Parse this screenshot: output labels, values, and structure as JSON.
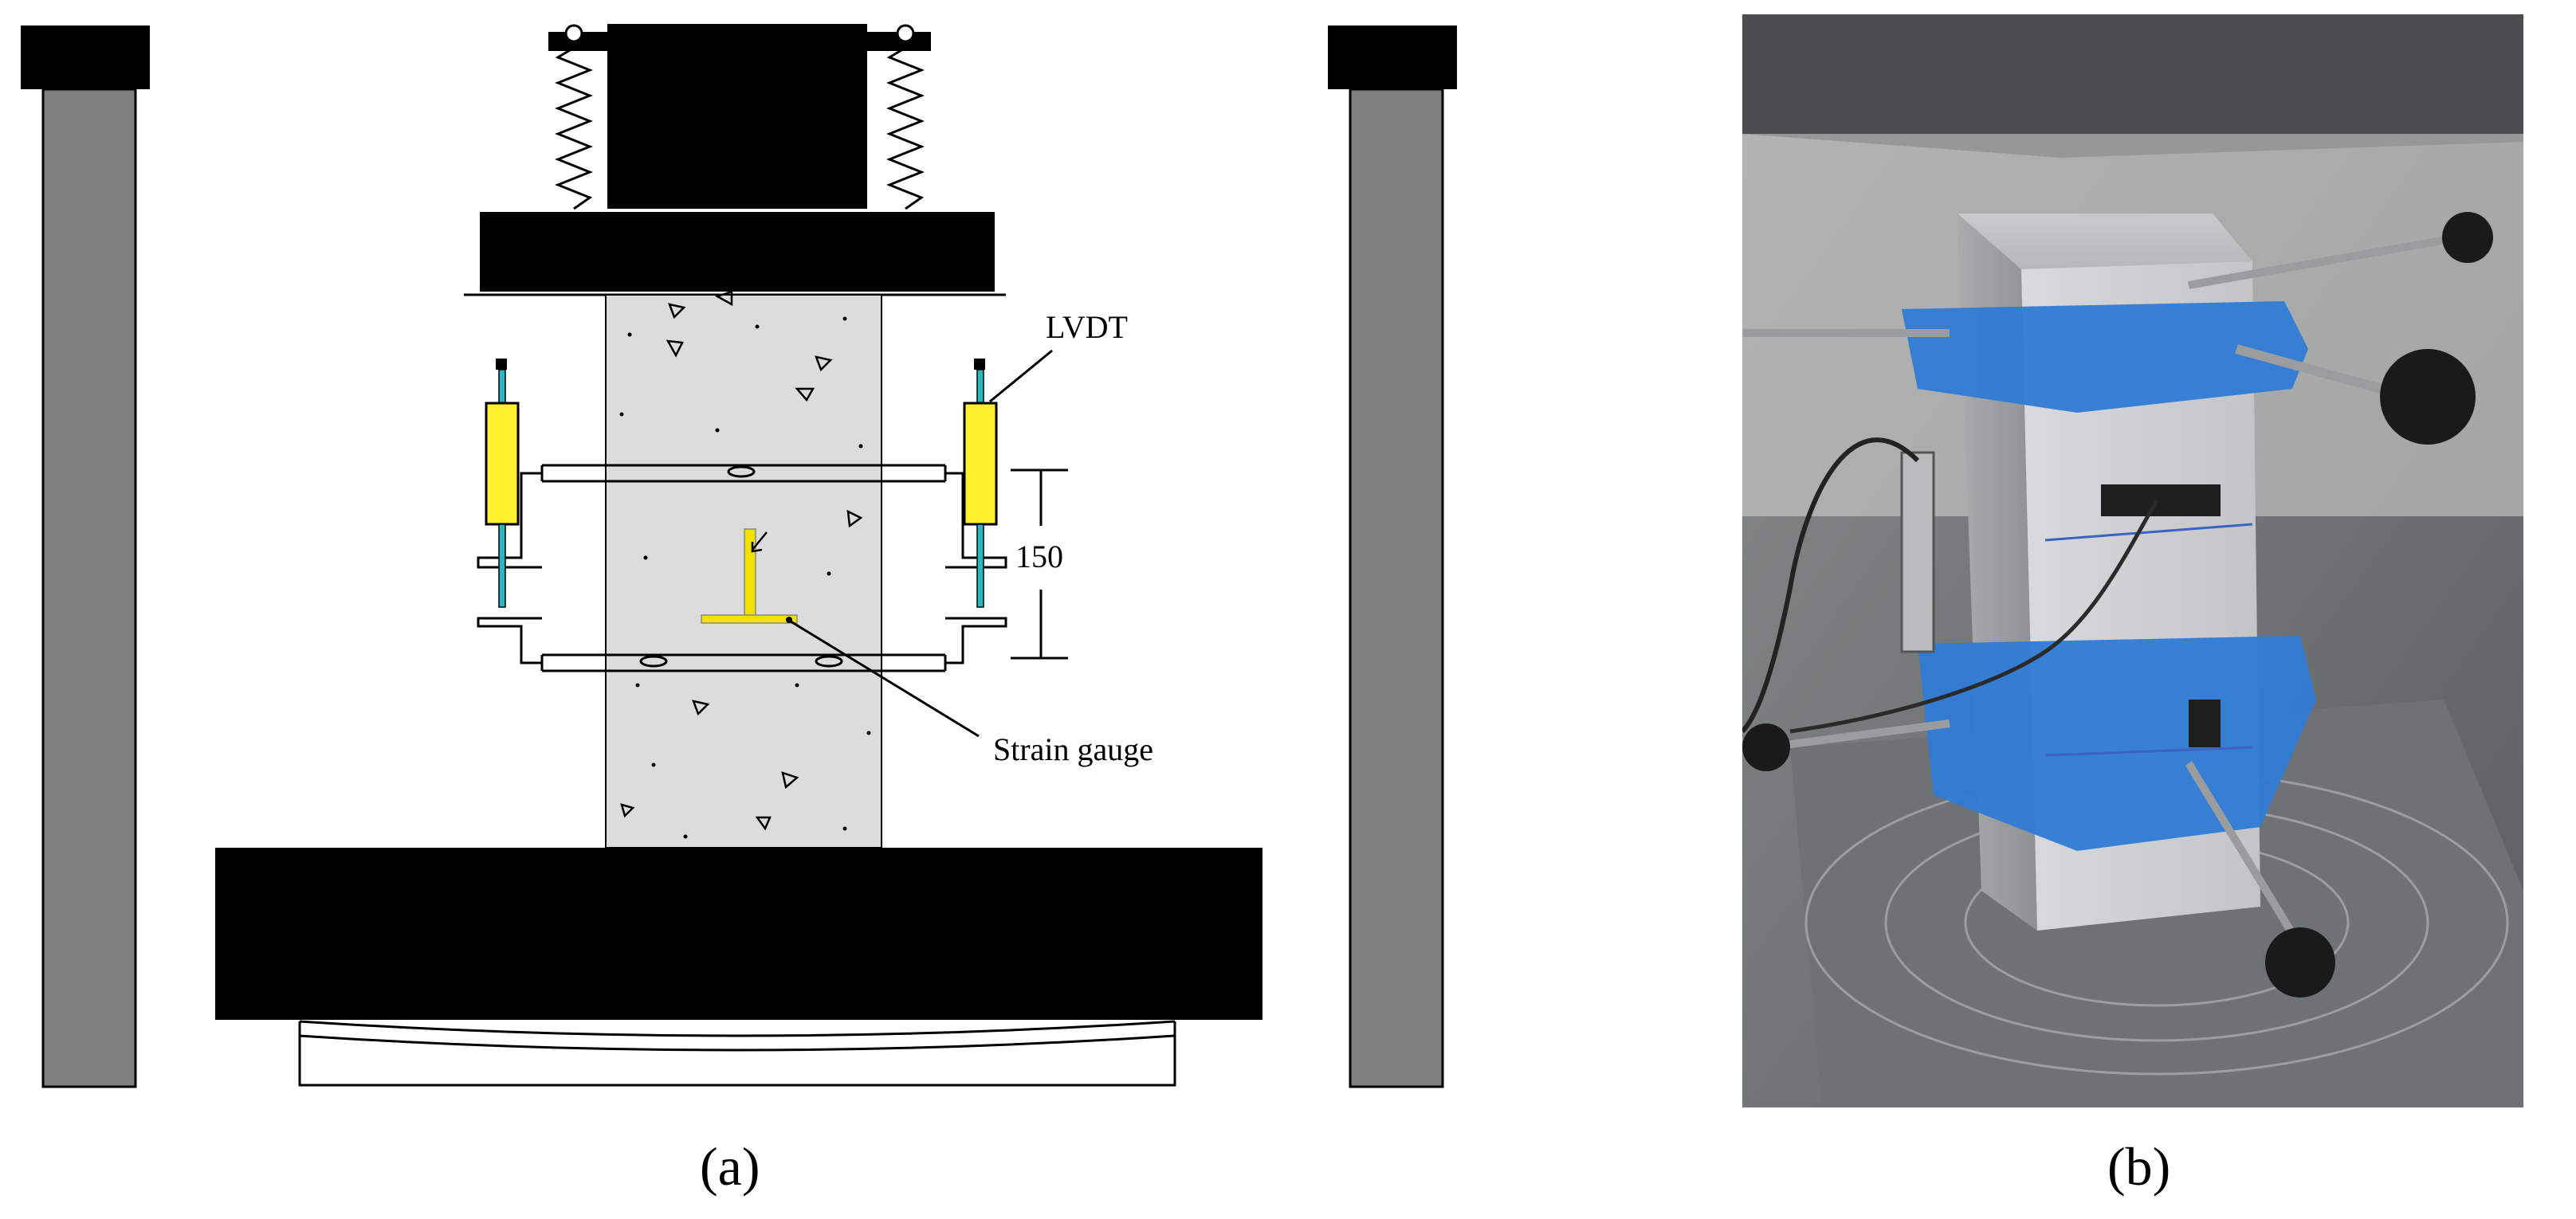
{
  "labels": {
    "lvdt": "LVDT",
    "gauge_length": "150",
    "strain_gauge": "Strain gauge"
  },
  "captions": {
    "a": "(a)",
    "b": "(b)"
  },
  "colors": {
    "frame_black": "#000000",
    "column_gray": "#808080",
    "concrete": "#dcdcdc",
    "lvdt_body": "#ffef2e",
    "lvdt_rod": "#2ab7c4",
    "strain_gauge": "#f2e000",
    "clamp_blue": "#2f7bd6"
  }
}
